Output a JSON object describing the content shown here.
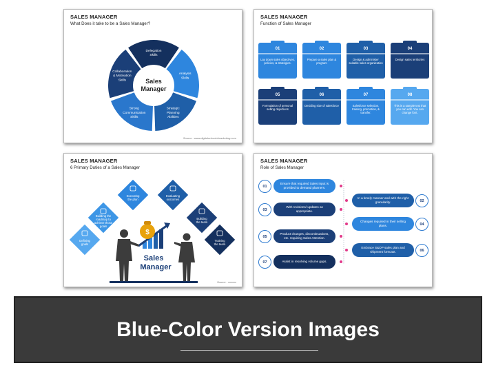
{
  "slide1": {
    "title": "SALES MANAGER",
    "subtitle": "What Does it take to be a Sales Manager?",
    "center": [
      "Sales",
      "Manager"
    ],
    "segments": [
      {
        "label": [
          "Delegation",
          "Skills"
        ]
      },
      {
        "label": [
          "Analysis",
          "Skills"
        ]
      },
      {
        "label": [
          "Strategic",
          "Planning",
          "Abilities"
        ]
      },
      {
        "label": [
          "Strong",
          "Communication",
          "Skills"
        ]
      },
      {
        "label": [
          "Collaboration",
          "& Motivation",
          "Skills"
        ]
      }
    ],
    "source": "Source : www.digitalschoolofmarketing.com"
  },
  "slide2": {
    "title": "SALES MANAGER",
    "subtitle": "Function of Sales Manager",
    "cards": [
      {
        "num": "01",
        "text": "Lay down sales objectives, policies, & strategies.",
        "color": "#2e86de"
      },
      {
        "num": "02",
        "text": "Prepare a sales plan & program",
        "color": "#2e86de"
      },
      {
        "num": "03",
        "text": "Design & administer suitable sales organization",
        "color": "#1f5fa8"
      },
      {
        "num": "04",
        "text": "Design sales territories",
        "color": "#1b3f78"
      },
      {
        "num": "05",
        "text": "Formulation of personal selling objectives",
        "color": "#1b3f78"
      },
      {
        "num": "06",
        "text": "Deciding size of salesforce",
        "color": "#1f5fa8"
      },
      {
        "num": "07",
        "text": "Salesforce selection, training, promotion, & transfer.",
        "color": "#2e86de"
      },
      {
        "num": "08",
        "text": "This is a sample text that you can edit. You can change font.",
        "color": "#56a8ef"
      }
    ]
  },
  "slide3": {
    "title": "SALES MANAGER",
    "subtitle": "6 Primary Duties of a Sales Manager",
    "duties": [
      {
        "label": [
          "Defining",
          "goals"
        ]
      },
      {
        "label": [
          "Building the",
          "roadmap to",
          "achieve those",
          "goals"
        ]
      },
      {
        "label": [
          "Executing",
          "the plan"
        ]
      },
      {
        "label": [
          "Evaluating",
          "outcomes"
        ]
      },
      {
        "label": [
          "Building",
          "the team"
        ]
      },
      {
        "label": [
          "Training",
          "the team"
        ]
      }
    ],
    "center": [
      "Sales",
      "Manager"
    ],
    "dollar": "$",
    "source": "Source : xxxxxx"
  },
  "slide4": {
    "title": "SALES MANAGER",
    "subtitle": "Role of Sales Manager",
    "roles": [
      {
        "num": "01",
        "text": "Ensure that required Sales input is provided to demand planners."
      },
      {
        "num": "02",
        "text": "In a timely manner and with the right granularity."
      },
      {
        "num": "03",
        "text": "With revisions/ updates as appropriate."
      },
      {
        "num": "04",
        "text": "Changes required in their selling plans."
      },
      {
        "num": "05",
        "text": "Product changes, discontinuations, etc. requiring Sales Attention."
      },
      {
        "num": "06",
        "text": "Embrace S&OP sales plan and shipment forecast."
      },
      {
        "num": "07",
        "text": "Assist in resolving volume gaps."
      }
    ]
  },
  "banner": {
    "title": "Blue-Color Version Images"
  },
  "colors": {
    "light_blue": "#2e86de",
    "mid_blue": "#1f5fa8",
    "dark_blue": "#1b3f78",
    "navy": "#14305e",
    "banner_bg": "#3a3a3a"
  }
}
